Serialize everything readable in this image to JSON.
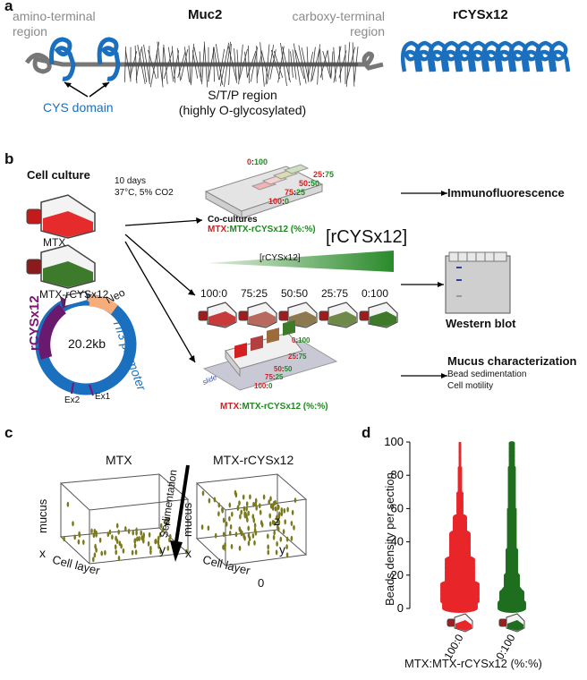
{
  "panel_a": {
    "label": "a",
    "amino_region": "amino-terminal region",
    "muc2": "Muc2",
    "carboxy_region": "carboxy-terminal region",
    "rcys_title": "rCYSx12",
    "cys_domain": "CYS domain",
    "stp_line1": "S/T/P region",
    "stp_line2": "(highly O-glycosylated)"
  },
  "panel_b": {
    "label": "b",
    "cell_culture": "Cell culture",
    "conditions_line1": "10 days",
    "conditions_line2": "37°C, 5% CO2",
    "mtx": "MTX",
    "mtx_rcys": "MTX-rCYSx12",
    "plasmid_size": "20.2kb",
    "neo": "Neo",
    "promoter": "Tff3 promoter",
    "rcys_plasmid": "rCYSx12",
    "ex1": "Ex1",
    "ex2": "Ex2",
    "plate_ratios": [
      "0:100",
      "25:75",
      "50:50",
      "75:25",
      "100:0"
    ],
    "cocultures": "Co-cultures",
    "cocultures_ratio_mtx": "MTX",
    "cocultures_ratio_rest": ":MTX-rCYSx12 (%:%)",
    "gradient_small": "[rCYSx12]",
    "gradient_big": "[rCYSx12]",
    "flask_ratios": [
      "100:0",
      "75:25",
      "50:50",
      "25:75",
      "0:100"
    ],
    "immunofluorescence": "Immunofluorescence",
    "western_blot": "Western blot",
    "mucus_char": "Mucus characterization",
    "bead_sed": "Bead sedimentation",
    "cell_motility": "Cell motility",
    "slide_label": "slide",
    "insert_ratios": [
      "0:100",
      "25:75",
      "50:50",
      "75:25",
      "100:0"
    ],
    "bottom_ratio_mtx": "MTX",
    "bottom_ratio_rest": ":MTX-rCYSx12 (%:%)"
  },
  "panel_c": {
    "label": "c",
    "mtx_title": "MTX",
    "rcys_title": "MTX-rCYSx12",
    "mucus": "mucus",
    "z": "z",
    "x": "x",
    "y": "y",
    "cell_layer": "Cell layer",
    "sedimentation": "Sedimentation",
    "zero": "0"
  },
  "panel_d": {
    "label": "d",
    "chart_data": {
      "type": "violin",
      "ylabel": "Beads density per section",
      "xlabel": "MTX:MTX-rCYSx12 (%:%)",
      "ylim": [
        0,
        100
      ],
      "yticks": [
        0,
        20,
        40,
        60,
        80,
        100
      ],
      "categories": [
        "100:0",
        "0:100"
      ],
      "series": [
        {
          "name": "100:0",
          "color": "#e8262a",
          "max": 100,
          "median_approx": 15
        },
        {
          "name": "0:100",
          "color": "#1f6e1f",
          "max": 100,
          "median_approx": 8
        }
      ]
    }
  }
}
